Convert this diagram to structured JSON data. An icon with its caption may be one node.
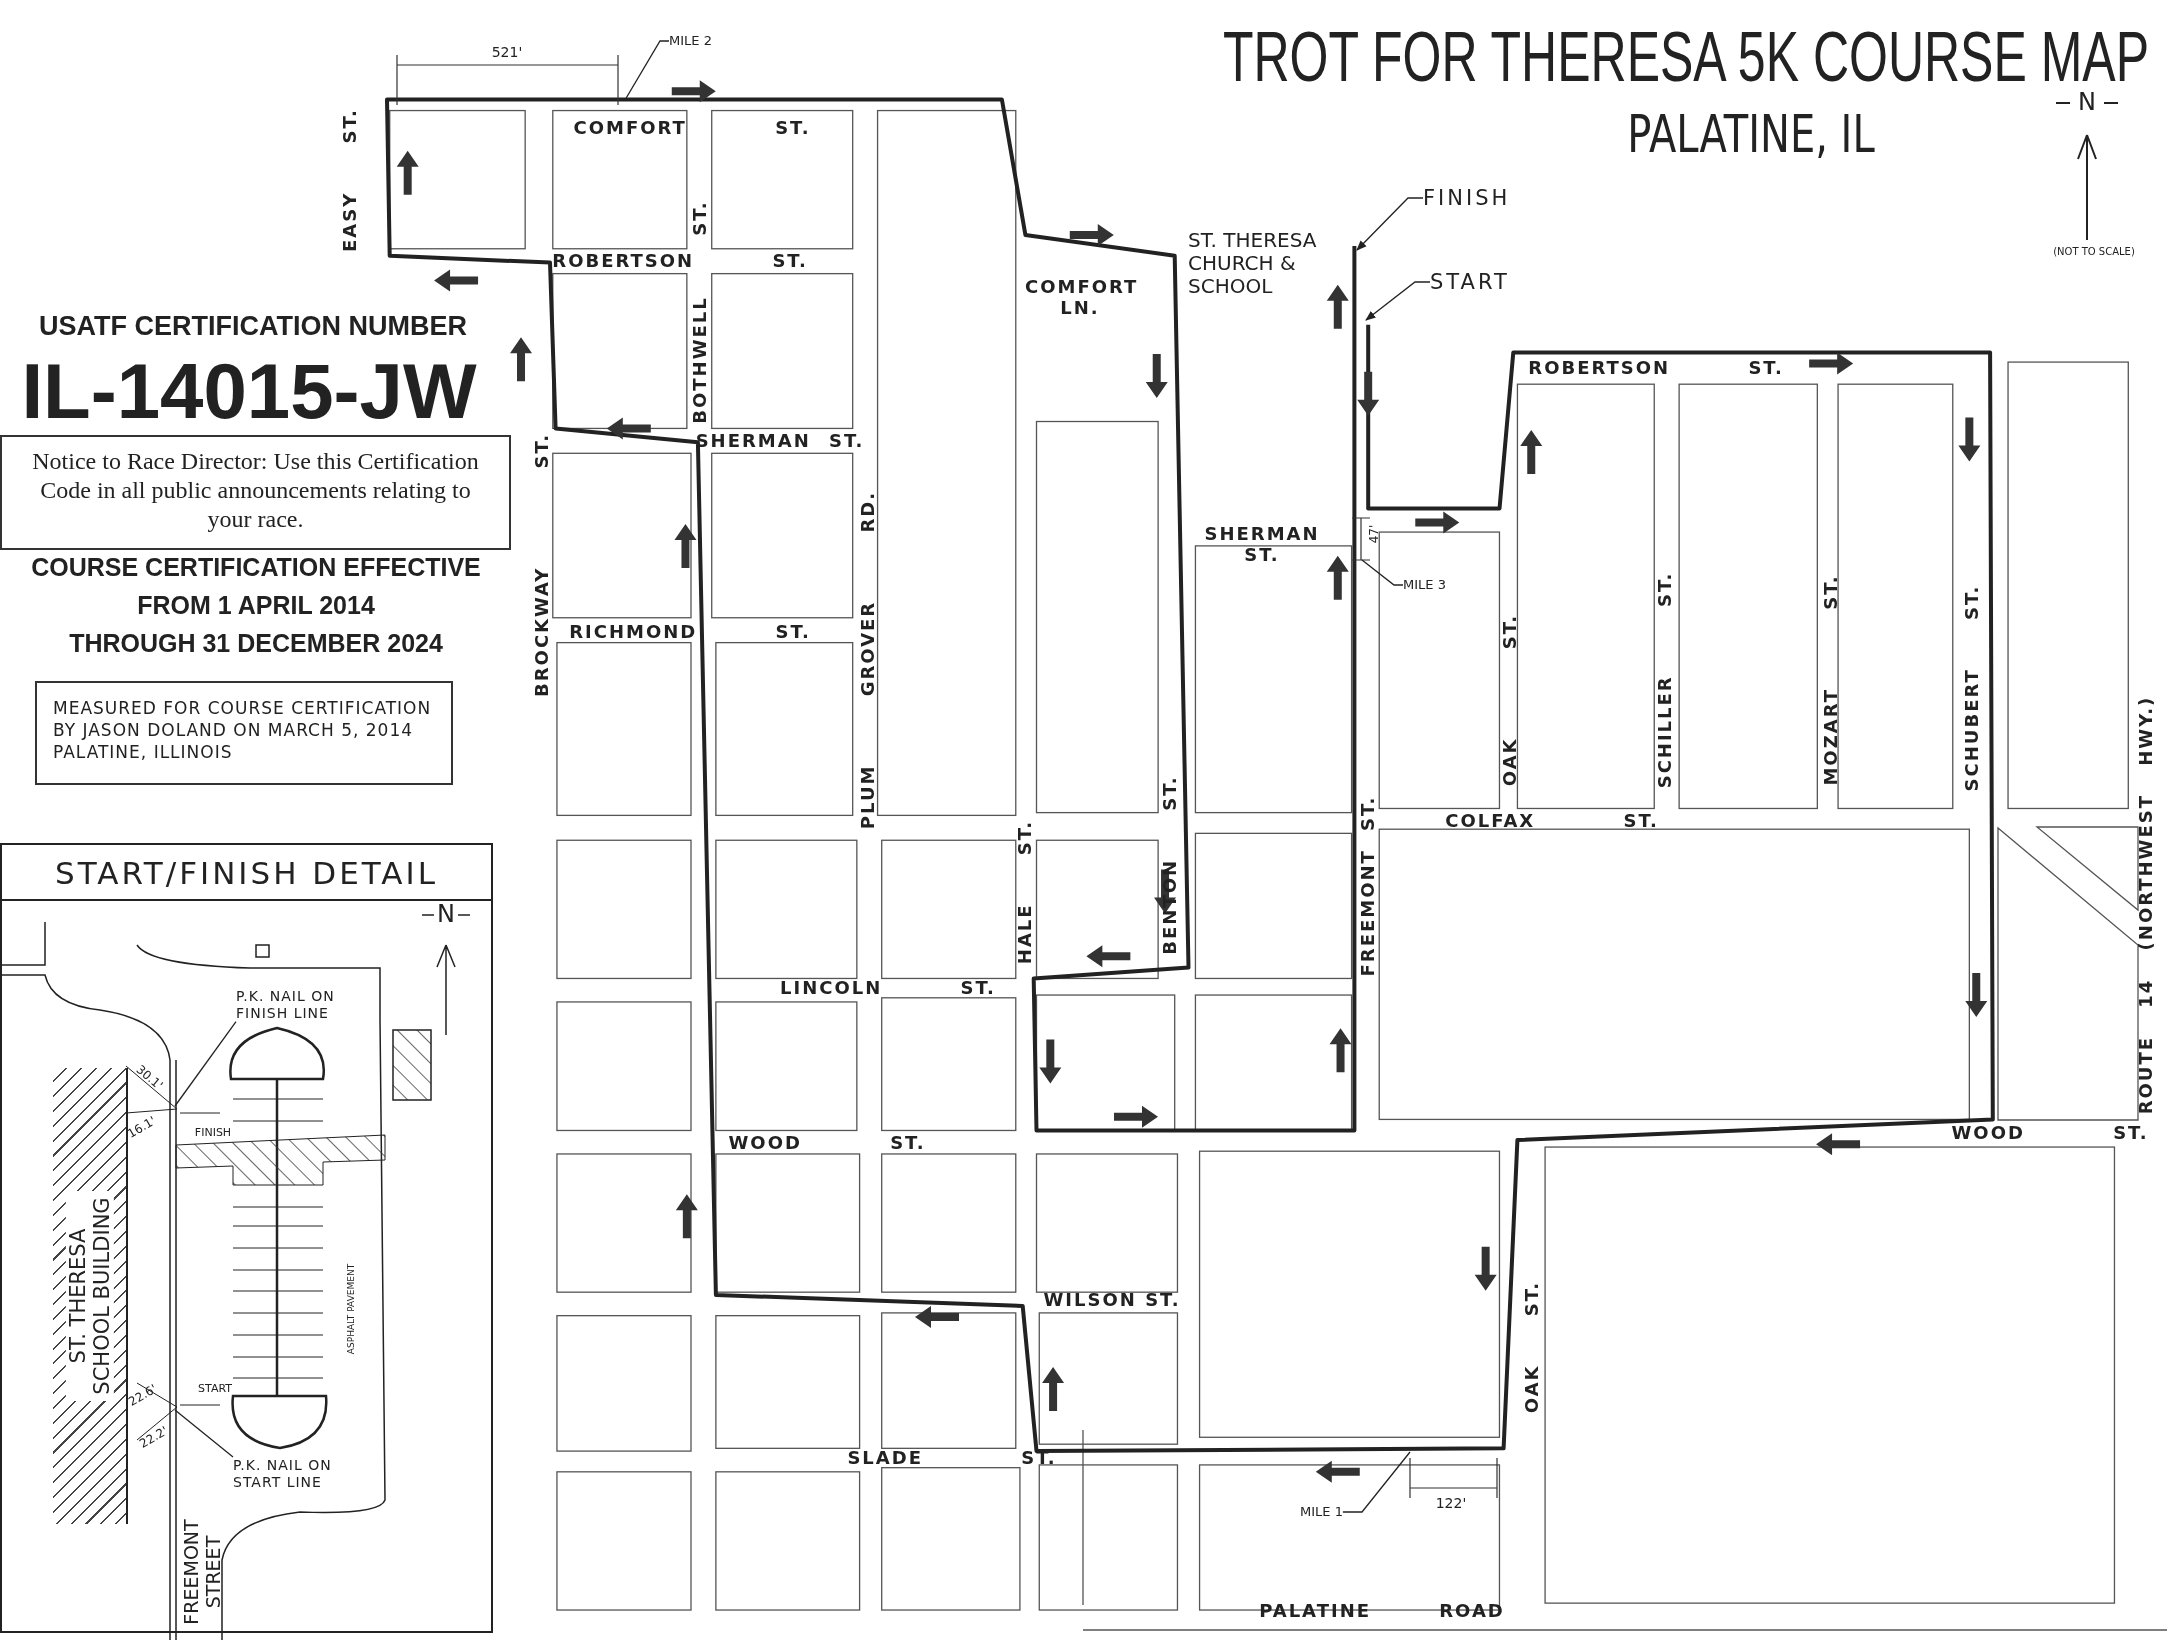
{
  "diagram": {
    "title": "TROT FOR THERESA 5K COURSE MAP",
    "nodes": [
      {
        "text": [
          "Notice to Race Director: Use this Certification Code in all public announcements relating to your race."
        ]
      },
      {
        "text": [
          "MEASURED FOR COURSE CERTIFICATION BY JASON DOLAND ON MARCH 5, 2014 PALATINE, ILLINOIS"
        ]
      },
      {
        "text": [
          "START/FINISH DETAIL"
        ]
      },
      {
        "text": [
          "ST. THERESA SCHOOL BUILDING"
        ],
        "in": 2
      },
      {
        "text": [
          "P.K. NAIL ON FINISH LINE"
        ],
        "in": 2
      },
      {
        "text": [
          "P.K. NAIL ON START LINE"
        ],
        "in": 2
      },
      {
        "text": [
          "FINISH"
        ]
      },
      {
        "text": [
          "START"
        ]
      },
      {
        "text": [
          "MILE 2"
        ]
      },
      {
        "text": [
          "MILE 3"
        ]
      },
      {
        "text": [
          "MILE 1"
        ]
      }
    ],
    "edges": [
      {
        "from": 4,
        "to": null,
        "arrow": "none"
      },
      {
        "from": 5,
        "to": null,
        "arrow": "none"
      },
      {
        "from": 6,
        "to": null,
        "arrow": "to"
      },
      {
        "from": 7,
        "to": null,
        "arrow": "to"
      },
      {
        "from": 8,
        "to": null,
        "arrow": "none"
      },
      {
        "from": 9,
        "to": null,
        "arrow": "none"
      },
      {
        "from": 10,
        "to": null,
        "arrow": "none"
      }
    ],
    "labels": [
      "521'",
      "PALATINE, IL",
      "N",
      "(NOT TO SCALE)",
      "COMFORT ST.",
      "EASY ST.",
      "ST.",
      "ROBERTSON ST.",
      "USATF CERTIFICATION NUMBER",
      "COMFORT LN.",
      "ST. THERESA CHURCH & SCHOOL",
      "BOTHWELL",
      "ROBERTSON ST.",
      "IL-14015-JW",
      "SHERMAN ST.",
      "BROCKWAY ST.",
      "SHERMAN ST.",
      "47'",
      "COURSE CERTIFICATION EFFECTIVE",
      "FROM 1 APRIL 2014",
      "THROUGH 31 DECEMBER 2024",
      "RICHMOND ST.",
      "PLUM GROVER RD.",
      "OAK ST.",
      "SCHILLER ST.",
      "MOZART ST.",
      "SCHUBERT ST.",
      "ROUTE 14 (NORTHWEST HWY.)",
      "COLFAX ST.",
      "HALE ST.",
      "BENTON ST.",
      "FREEMONT ST.",
      "LINCOLN ST.",
      "WOOD ST.",
      "WOOD ST.",
      "WILSON ST.",
      "OAK ST.",
      "SLADE ST.",
      "122'",
      "PALATINE ROAD",
      "N",
      "30.1'",
      "16.1'",
      "FINISH",
      "START",
      "22.6'",
      "22.2'",
      "ASPHALT PAVEMENT",
      "FREEMONT STREET"
    ]
  }
}
